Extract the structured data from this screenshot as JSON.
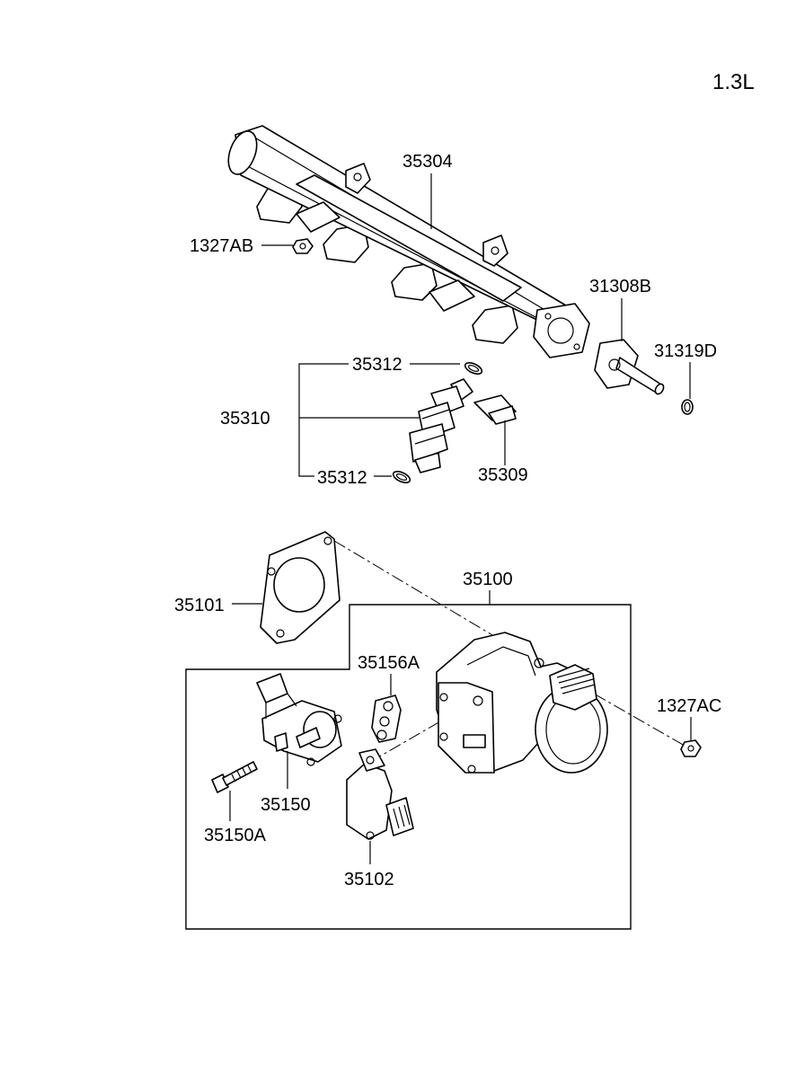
{
  "engine_label": "1.3L",
  "labels": {
    "p35304": "35304",
    "p1327AB": "1327AB",
    "p31308B": "31308B",
    "p31319D": "31319D",
    "p35312_top": "35312",
    "p35310": "35310",
    "p35312_bottom": "35312",
    "p35309": "35309",
    "p35100": "35100",
    "p35101": "35101",
    "p35156A": "35156A",
    "p1327AC": "1327AC",
    "p35150": "35150",
    "p35150A": "35150A",
    "p35102": "35102"
  }
}
